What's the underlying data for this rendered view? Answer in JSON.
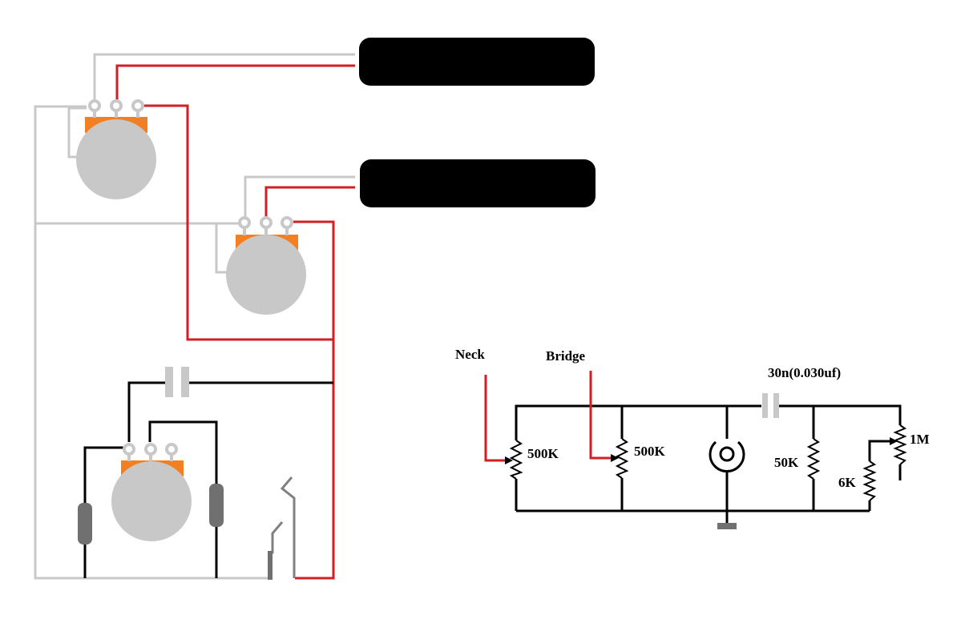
{
  "colors": {
    "background": "#ffffff",
    "hot_wire": "#d11f26",
    "ground_wire": "#c8c8c8",
    "schematic_wire": "#000000",
    "pot_body": "#c8c8c8",
    "pot_tab": "#f28022",
    "pickup": "#000000",
    "capacitor": "#c8c8c8",
    "resistor_body": "#707070",
    "jack": "#808080"
  },
  "wiring": {
    "pickups": [
      {
        "name": "neck-pickup",
        "icon": "pickup-icon"
      },
      {
        "name": "bridge-pickup",
        "icon": "pickup-icon"
      }
    ],
    "pots": [
      {
        "name": "volume-pot-1",
        "icon": "potentiometer-icon"
      },
      {
        "name": "volume-pot-2",
        "icon": "potentiometer-icon"
      },
      {
        "name": "tone-pot",
        "icon": "potentiometer-icon"
      }
    ]
  },
  "schematic": {
    "neck_label": "Neck",
    "bridge_label": "Bridge",
    "cap_label": "30n(0.030uf)",
    "pot1_value": "500K",
    "pot2_value": "500K",
    "res_50k": "50K",
    "res_6k": "6K",
    "pot_1m": "1M"
  }
}
